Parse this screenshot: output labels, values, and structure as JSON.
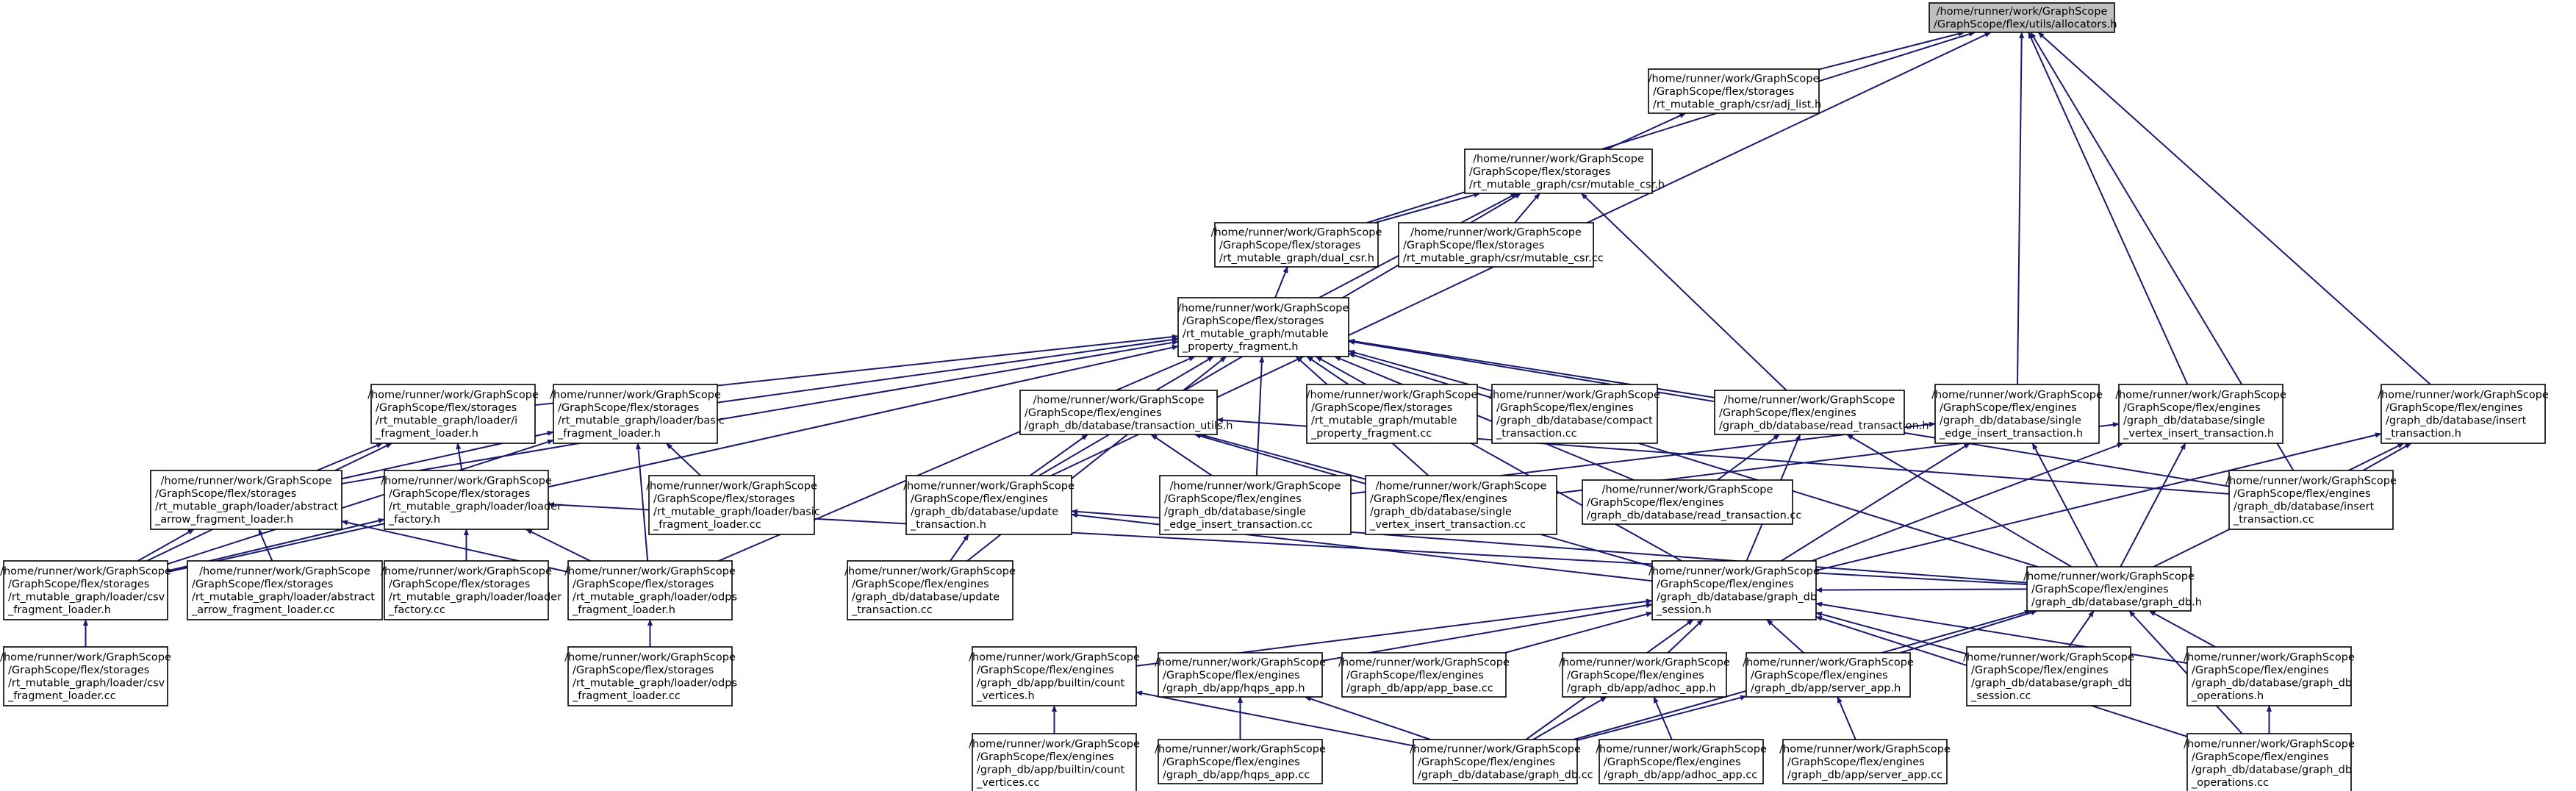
{
  "nodes": [
    {
      "id": "allocators_h",
      "lines": [
        "/home/runner/work/GraphScope",
        "/GraphScope/flex/utils/allocators.h"
      ],
      "root": true
    },
    {
      "id": "adj_list_h",
      "lines": [
        "/home/runner/work/GraphScope",
        "/GraphScope/flex/storages",
        "/rt_mutable_graph/csr/adj_list.h"
      ]
    },
    {
      "id": "mutable_csr_h",
      "lines": [
        "/home/runner/work/GraphScope",
        "/GraphScope/flex/storages",
        "/rt_mutable_graph/csr/mutable_csr.h"
      ]
    },
    {
      "id": "dual_csr_h",
      "lines": [
        "/home/runner/work/GraphScope",
        "/GraphScope/flex/storages",
        "/rt_mutable_graph/dual_csr.h"
      ]
    },
    {
      "id": "mutable_csr_cc",
      "lines": [
        "/home/runner/work/GraphScope",
        "/GraphScope/flex/storages",
        "/rt_mutable_graph/csr/mutable_csr.cc"
      ]
    },
    {
      "id": "mpf_h",
      "lines": [
        "/home/runner/work/GraphScope",
        "/GraphScope/flex/storages",
        "/rt_mutable_graph/mutable",
        "_property_fragment.h"
      ]
    },
    {
      "id": "i_fragment_loader_h",
      "lines": [
        "/home/runner/work/GraphScope",
        "/GraphScope/flex/storages",
        "/rt_mutable_graph/loader/i",
        "_fragment_loader.h"
      ]
    },
    {
      "id": "basic_fragment_loader_h",
      "lines": [
        "/home/runner/work/GraphScope",
        "/GraphScope/flex/storages",
        "/rt_mutable_graph/loader/basic",
        "_fragment_loader.h"
      ]
    },
    {
      "id": "transaction_utils_h",
      "lines": [
        "/home/runner/work/GraphScope",
        "/GraphScope/flex/engines",
        "/graph_db/database/transaction_utils.h"
      ]
    },
    {
      "id": "mpf_cc",
      "lines": [
        "/home/runner/work/GraphScope",
        "/GraphScope/flex/storages",
        "/rt_mutable_graph/mutable",
        "_property_fragment.cc"
      ]
    },
    {
      "id": "compact_transaction_cc",
      "lines": [
        "/home/runner/work/GraphScope",
        "/GraphScope/flex/engines",
        "/graph_db/database/compact",
        "_transaction.cc"
      ]
    },
    {
      "id": "read_transaction_h",
      "lines": [
        "/home/runner/work/GraphScope",
        "/GraphScope/flex/engines",
        "/graph_db/database/read_transaction.h"
      ]
    },
    {
      "id": "single_edge_insert_h",
      "lines": [
        "/home/runner/work/GraphScope",
        "/GraphScope/flex/engines",
        "/graph_db/database/single",
        "_edge_insert_transaction.h"
      ]
    },
    {
      "id": "single_vertex_insert_h",
      "lines": [
        "/home/runner/work/GraphScope",
        "/GraphScope/flex/engines",
        "/graph_db/database/single",
        "_vertex_insert_transaction.h"
      ]
    },
    {
      "id": "insert_transaction_h",
      "lines": [
        "/home/runner/work/GraphScope",
        "/GraphScope/flex/engines",
        "/graph_db/database/insert",
        "_transaction.h"
      ]
    },
    {
      "id": "abstract_arrow_h",
      "lines": [
        "/home/runner/work/GraphScope",
        "/GraphScope/flex/storages",
        "/rt_mutable_graph/loader/abstract",
        "_arrow_fragment_loader.h"
      ]
    },
    {
      "id": "loader_factory_h",
      "lines": [
        "/home/runner/work/GraphScope",
        "/GraphScope/flex/storages",
        "/rt_mutable_graph/loader/loader",
        "_factory.h"
      ]
    },
    {
      "id": "basic_fragment_loader_cc",
      "lines": [
        "/home/runner/work/GraphScope",
        "/GraphScope/flex/storages",
        "/rt_mutable_graph/loader/basic",
        "_fragment_loader.cc"
      ]
    },
    {
      "id": "update_transaction_h",
      "lines": [
        "/home/runner/work/GraphScope",
        "/GraphScope/flex/engines",
        "/graph_db/database/update",
        "_transaction.h"
      ]
    },
    {
      "id": "single_edge_insert_cc",
      "lines": [
        "/home/runner/work/GraphScope",
        "/GraphScope/flex/engines",
        "/graph_db/database/single",
        "_edge_insert_transaction.cc"
      ]
    },
    {
      "id": "single_vertex_insert_cc",
      "lines": [
        "/home/runner/work/GraphScope",
        "/GraphScope/flex/engines",
        "/graph_db/database/single",
        "_vertex_insert_transaction.cc"
      ]
    },
    {
      "id": "read_transaction_cc",
      "lines": [
        "/home/runner/work/GraphScope",
        "/GraphScope/flex/engines",
        "/graph_db/database/read_transaction.cc"
      ]
    },
    {
      "id": "insert_transaction_cc",
      "lines": [
        "/home/runner/work/GraphScope",
        "/GraphScope/flex/engines",
        "/graph_db/database/insert",
        "_transaction.cc"
      ]
    },
    {
      "id": "csv_fragment_loader_h",
      "lines": [
        "/home/runner/work/GraphScope",
        "/GraphScope/flex/storages",
        "/rt_mutable_graph/loader/csv",
        "_fragment_loader.h"
      ]
    },
    {
      "id": "abstract_arrow_cc",
      "lines": [
        "/home/runner/work/GraphScope",
        "/GraphScope/flex/storages",
        "/rt_mutable_graph/loader/abstract",
        "_arrow_fragment_loader.cc"
      ]
    },
    {
      "id": "loader_factory_cc",
      "lines": [
        "/home/runner/work/GraphScope",
        "/GraphScope/flex/storages",
        "/rt_mutable_graph/loader/loader",
        "_factory.cc"
      ]
    },
    {
      "id": "odps_fragment_loader_h",
      "lines": [
        "/home/runner/work/GraphScope",
        "/GraphScope/flex/storages",
        "/rt_mutable_graph/loader/odps",
        "_fragment_loader.h"
      ]
    },
    {
      "id": "update_transaction_cc",
      "lines": [
        "/home/runner/work/GraphScope",
        "/GraphScope/flex/engines",
        "/graph_db/database/update",
        "_transaction.cc"
      ]
    },
    {
      "id": "graph_db_session_h",
      "lines": [
        "/home/runner/work/GraphScope",
        "/GraphScope/flex/engines",
        "/graph_db/database/graph_db",
        "_session.h"
      ]
    },
    {
      "id": "graph_db_h",
      "lines": [
        "/home/runner/work/GraphScope",
        "/GraphScope/flex/engines",
        "/graph_db/database/graph_db.h"
      ]
    },
    {
      "id": "csv_fragment_loader_cc",
      "lines": [
        "/home/runner/work/GraphScope",
        "/GraphScope/flex/storages",
        "/rt_mutable_graph/loader/csv",
        "_fragment_loader.cc"
      ]
    },
    {
      "id": "odps_fragment_loader_cc",
      "lines": [
        "/home/runner/work/GraphScope",
        "/GraphScope/flex/storages",
        "/rt_mutable_graph/loader/odps",
        "_fragment_loader.cc"
      ]
    },
    {
      "id": "count_vertices_h",
      "lines": [
        "/home/runner/work/GraphScope",
        "/GraphScope/flex/engines",
        "/graph_db/app/builtin/count",
        "_vertices.h"
      ]
    },
    {
      "id": "hqps_app_h",
      "lines": [
        "/home/runner/work/GraphScope",
        "/GraphScope/flex/engines",
        "/graph_db/app/hqps_app.h"
      ]
    },
    {
      "id": "app_base_cc",
      "lines": [
        "/home/runner/work/GraphScope",
        "/GraphScope/flex/engines",
        "/graph_db/app/app_base.cc"
      ]
    },
    {
      "id": "adhoc_app_h",
      "lines": [
        "/home/runner/work/GraphScope",
        "/GraphScope/flex/engines",
        "/graph_db/app/adhoc_app.h"
      ]
    },
    {
      "id": "server_app_h",
      "lines": [
        "/home/runner/work/GraphScope",
        "/GraphScope/flex/engines",
        "/graph_db/app/server_app.h"
      ]
    },
    {
      "id": "graph_db_session_cc",
      "lines": [
        "/home/runner/work/GraphScope",
        "/GraphScope/flex/engines",
        "/graph_db/database/graph_db",
        "_session.cc"
      ]
    },
    {
      "id": "graph_db_operations_h",
      "lines": [
        "/home/runner/work/GraphScope",
        "/GraphScope/flex/engines",
        "/graph_db/database/graph_db",
        "_operations.h"
      ]
    },
    {
      "id": "count_vertices_cc",
      "lines": [
        "/home/runner/work/GraphScope",
        "/GraphScope/flex/engines",
        "/graph_db/app/builtin/count",
        "_vertices.cc"
      ]
    },
    {
      "id": "hqps_app_cc",
      "lines": [
        "/home/runner/work/GraphScope",
        "/GraphScope/flex/engines",
        "/graph_db/app/hqps_app.cc"
      ]
    },
    {
      "id": "graph_db_cc",
      "lines": [
        "/home/runner/work/GraphScope",
        "/GraphScope/flex/engines",
        "/graph_db/database/graph_db.cc"
      ]
    },
    {
      "id": "adhoc_app_cc",
      "lines": [
        "/home/runner/work/GraphScope",
        "/GraphScope/flex/engines",
        "/graph_db/app/adhoc_app.cc"
      ]
    },
    {
      "id": "server_app_cc",
      "lines": [
        "/home/runner/work/GraphScope",
        "/GraphScope/flex/engines",
        "/graph_db/app/server_app.cc"
      ]
    },
    {
      "id": "graph_db_operations_cc",
      "lines": [
        "/home/runner/work/GraphScope",
        "/GraphScope/flex/engines",
        "/graph_db/database/graph_db",
        "_operations.cc"
      ]
    }
  ],
  "edges": [
    [
      "adj_list_h",
      "allocators_h"
    ],
    [
      "mutable_csr_h",
      "adj_list_h"
    ],
    [
      "dual_csr_h",
      "allocators_h"
    ],
    [
      "dual_csr_h",
      "mutable_csr_h"
    ],
    [
      "mutable_csr_cc",
      "mutable_csr_h"
    ],
    [
      "mpf_h",
      "mutable_csr_h"
    ],
    [
      "mpf_h",
      "dual_csr_h"
    ],
    [
      "update_transaction_h",
      "allocators_h"
    ],
    [
      "update_transaction_h",
      "mutable_csr_h"
    ],
    [
      "read_transaction_h",
      "mutable_csr_h"
    ],
    [
      "single_edge_insert_h",
      "allocators_h"
    ],
    [
      "single_vertex_insert_h",
      "allocators_h"
    ],
    [
      "insert_transaction_h",
      "allocators_h"
    ],
    [
      "insert_transaction_cc",
      "allocators_h"
    ],
    [
      "i_fragment_loader_h",
      "mpf_h"
    ],
    [
      "basic_fragment_loader_h",
      "mpf_h"
    ],
    [
      "transaction_utils_h",
      "mpf_h"
    ],
    [
      "mpf_cc",
      "mpf_h"
    ],
    [
      "compact_transaction_cc",
      "mpf_h"
    ],
    [
      "read_transaction_h",
      "mpf_h"
    ],
    [
      "abstract_arrow_h",
      "mpf_h"
    ],
    [
      "csv_fragment_loader_h",
      "mpf_h"
    ],
    [
      "odps_fragment_loader_h",
      "mpf_h"
    ],
    [
      "update_transaction_cc",
      "mpf_h"
    ],
    [
      "single_edge_insert_cc",
      "mpf_h"
    ],
    [
      "single_vertex_insert_cc",
      "mpf_h"
    ],
    [
      "read_transaction_cc",
      "mpf_h"
    ],
    [
      "insert_transaction_cc",
      "mpf_h"
    ],
    [
      "graph_db_h",
      "mpf_h"
    ],
    [
      "graph_db_session_h",
      "mpf_h"
    ],
    [
      "abstract_arrow_h",
      "i_fragment_loader_h"
    ],
    [
      "loader_factory_h",
      "i_fragment_loader_h"
    ],
    [
      "csv_fragment_loader_h",
      "i_fragment_loader_h"
    ],
    [
      "basic_fragment_loader_cc",
      "basic_fragment_loader_h"
    ],
    [
      "abstract_arrow_h",
      "basic_fragment_loader_h"
    ],
    [
      "odps_fragment_loader_h",
      "basic_fragment_loader_h"
    ],
    [
      "csv_fragment_loader_h",
      "basic_fragment_loader_h"
    ],
    [
      "update_transaction_h",
      "transaction_utils_h"
    ],
    [
      "single_edge_insert_cc",
      "transaction_utils_h"
    ],
    [
      "single_vertex_insert_cc",
      "transaction_utils_h"
    ],
    [
      "insert_transaction_cc",
      "transaction_utils_h"
    ],
    [
      "graph_db_session_h",
      "transaction_utils_h"
    ],
    [
      "read_transaction_cc",
      "read_transaction_h"
    ],
    [
      "graph_db_session_h",
      "read_transaction_h"
    ],
    [
      "graph_db_h",
      "read_transaction_h"
    ],
    [
      "single_edge_insert_cc",
      "single_edge_insert_h"
    ],
    [
      "graph_db_session_h",
      "single_edge_insert_h"
    ],
    [
      "graph_db_h",
      "single_edge_insert_h"
    ],
    [
      "single_vertex_insert_cc",
      "single_vertex_insert_h"
    ],
    [
      "graph_db_session_h",
      "single_vertex_insert_h"
    ],
    [
      "graph_db_h",
      "single_vertex_insert_h"
    ],
    [
      "insert_transaction_cc",
      "insert_transaction_h"
    ],
    [
      "graph_db_session_h",
      "insert_transaction_h"
    ],
    [
      "graph_db_h",
      "insert_transaction_h"
    ],
    [
      "csv_fragment_loader_h",
      "abstract_arrow_h"
    ],
    [
      "odps_fragment_loader_h",
      "abstract_arrow_h"
    ],
    [
      "abstract_arrow_cc",
      "abstract_arrow_h"
    ],
    [
      "loader_factory_cc",
      "loader_factory_h"
    ],
    [
      "graph_db_h",
      "loader_factory_h"
    ],
    [
      "csv_fragment_loader_h",
      "loader_factory_h"
    ],
    [
      "odps_fragment_loader_h",
      "loader_factory_h"
    ],
    [
      "update_transaction_cc",
      "update_transaction_h"
    ],
    [
      "graph_db_session_h",
      "update_transaction_h"
    ],
    [
      "graph_db_h",
      "update_transaction_h"
    ],
    [
      "csv_fragment_loader_cc",
      "csv_fragment_loader_h"
    ],
    [
      "odps_fragment_loader_cc",
      "odps_fragment_loader_h"
    ],
    [
      "graph_db_h",
      "graph_db_session_h"
    ],
    [
      "count_vertices_h",
      "graph_db_session_h"
    ],
    [
      "hqps_app_h",
      "graph_db_session_h"
    ],
    [
      "app_base_cc",
      "graph_db_session_h"
    ],
    [
      "adhoc_app_h",
      "graph_db_session_h"
    ],
    [
      "server_app_h",
      "graph_db_session_h"
    ],
    [
      "graph_db_session_cc",
      "graph_db_session_h"
    ],
    [
      "graph_db_operations_h",
      "graph_db_session_h"
    ],
    [
      "graph_db_cc",
      "graph_db_session_h"
    ],
    [
      "graph_db_operations_cc",
      "graph_db_session_h"
    ],
    [
      "server_app_h",
      "graph_db_h"
    ],
    [
      "graph_db_session_cc",
      "graph_db_h"
    ],
    [
      "graph_db_operations_h",
      "graph_db_h"
    ],
    [
      "graph_db_cc",
      "graph_db_h"
    ],
    [
      "graph_db_operations_cc",
      "graph_db_h"
    ],
    [
      "count_vertices_cc",
      "count_vertices_h"
    ],
    [
      "graph_db_cc",
      "count_vertices_h"
    ],
    [
      "hqps_app_cc",
      "hqps_app_h"
    ],
    [
      "graph_db_cc",
      "hqps_app_h"
    ],
    [
      "adhoc_app_cc",
      "adhoc_app_h"
    ],
    [
      "graph_db_cc",
      "adhoc_app_h"
    ],
    [
      "server_app_cc",
      "server_app_h"
    ],
    [
      "graph_db_cc",
      "server_app_h"
    ],
    [
      "graph_db_operations_cc",
      "graph_db_operations_h"
    ]
  ]
}
